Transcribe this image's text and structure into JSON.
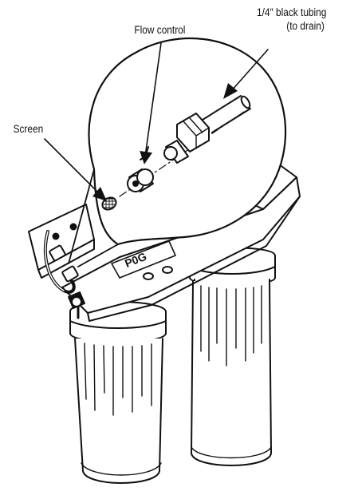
{
  "labels": {
    "flow_control": "Flow control",
    "tubing_line1": "1/4″ black tubing",
    "tubing_line2": "(to drain)",
    "screen": "Screen"
  },
  "parts": {
    "bracket_logo": "P0G"
  },
  "colors": {
    "stroke": "#111111",
    "fill": "#ffffff",
    "shade": "#cfcfcf"
  }
}
